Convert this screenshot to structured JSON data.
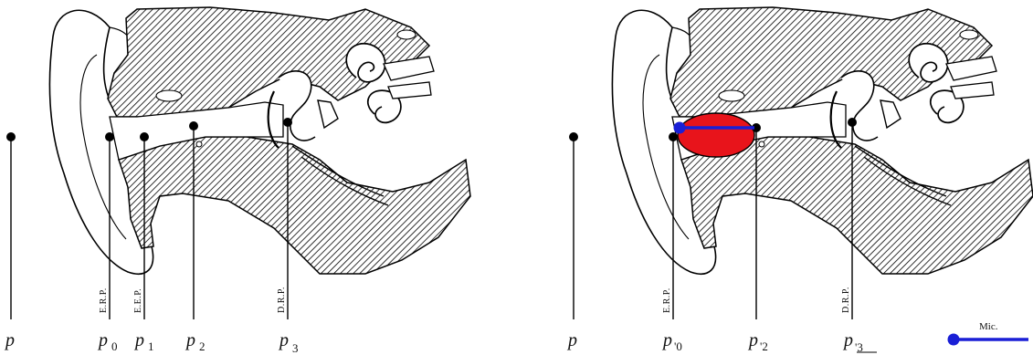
{
  "colors": {
    "line": "#000000",
    "tissue_fill": "#b8b8b8",
    "earplug": "#e8141b",
    "microphone": "#1a1fd6"
  },
  "icons": {
    "ear": "ear-cross-section-icon",
    "earplug": "earplug-icon",
    "microphone": "microphone-icon"
  },
  "left_panel": {
    "points": [
      {
        "symbol": "p",
        "sub": ""
      },
      {
        "symbol": "p",
        "sub": "0"
      },
      {
        "symbol": "p",
        "sub": "1"
      },
      {
        "symbol": "p",
        "sub": "2"
      },
      {
        "symbol": "p",
        "sub": "3"
      }
    ],
    "labels": {
      "erp": "E.R.P.",
      "eep": "E.E.P.",
      "drp": "D.R.P."
    }
  },
  "right_panel": {
    "points": [
      {
        "symbol": "p",
        "sub": ""
      },
      {
        "symbol": "p",
        "sub": "'0"
      },
      {
        "symbol": "p",
        "sub": "'2"
      },
      {
        "symbol": "p",
        "sub": "'3"
      }
    ],
    "labels": {
      "erp": "E.R.P.",
      "drp": "D.R.P."
    },
    "microphone_label": "Mic."
  }
}
